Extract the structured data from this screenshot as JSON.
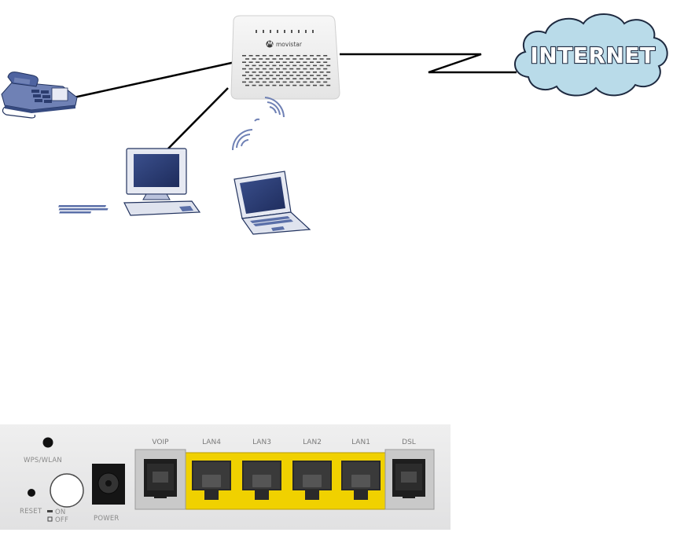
{
  "diagram": {
    "cloud_label": "INTERNET",
    "router_brand": "movistar",
    "nodes": [
      "phone",
      "desktop-computer",
      "laptop",
      "router",
      "internet-cloud"
    ]
  },
  "back_panel": {
    "wps_label": "WPS/WLAN",
    "reset_label": "RESET",
    "on_label": "ON",
    "off_label": "OFF",
    "power_label": "POWER",
    "ports": [
      "VOIP",
      "LAN4",
      "LAN3",
      "LAN2",
      "LAN1",
      "DSL"
    ]
  },
  "colors": {
    "lan_port": "#f0d100",
    "cloud_fill": "#b9dbe9",
    "device_blue": "#5a6fa8",
    "panel_bg": "#e9e9ea"
  }
}
